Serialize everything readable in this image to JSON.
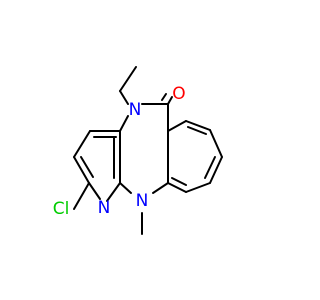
{
  "molecule": {
    "atoms": {
      "oxygen": "O",
      "ring_n_ethyl": "N",
      "ring_n_methyl": "N",
      "pyridine_n": "N",
      "chlorine": "Cl"
    }
  },
  "colors": {
    "bond": "#000000",
    "oxygen": "#ff0000",
    "nitrogen": "#0000ff",
    "chlorine": "#00cc00"
  }
}
